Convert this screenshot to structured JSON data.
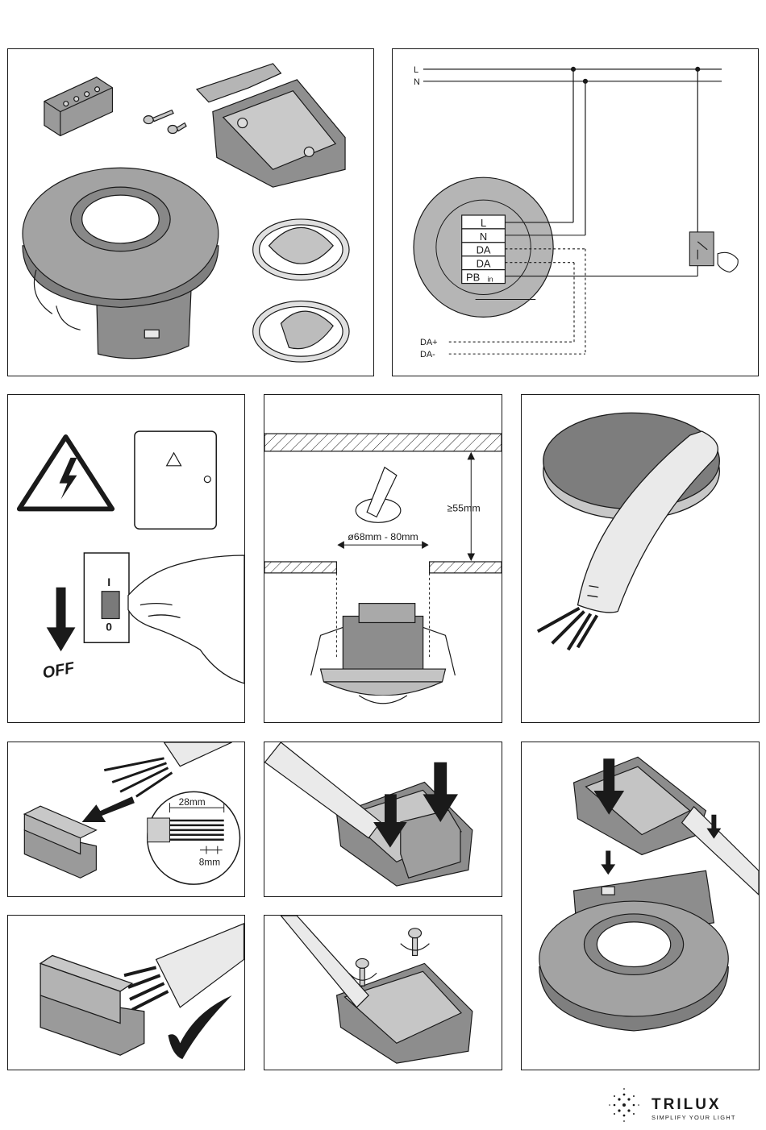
{
  "wiring": {
    "line_L": "L",
    "line_N": "N",
    "terminals": [
      "L",
      "N",
      "DA",
      "DA",
      "PB"
    ],
    "terminal_pb_sub": "in",
    "dali_plus": "DA+",
    "dali_minus": "DA-"
  },
  "cutout": {
    "hole_diameter": "ø68mm - 80mm",
    "depth": "≥55mm"
  },
  "power_off": {
    "on_symbol": "I",
    "off_symbol": "0",
    "off_label": "OFF"
  },
  "strip": {
    "sheath_length": "28mm",
    "core_length": "8mm"
  },
  "brand": {
    "name": "TRILUX",
    "slogan": "SIMPLIFY YOUR LIGHT"
  }
}
